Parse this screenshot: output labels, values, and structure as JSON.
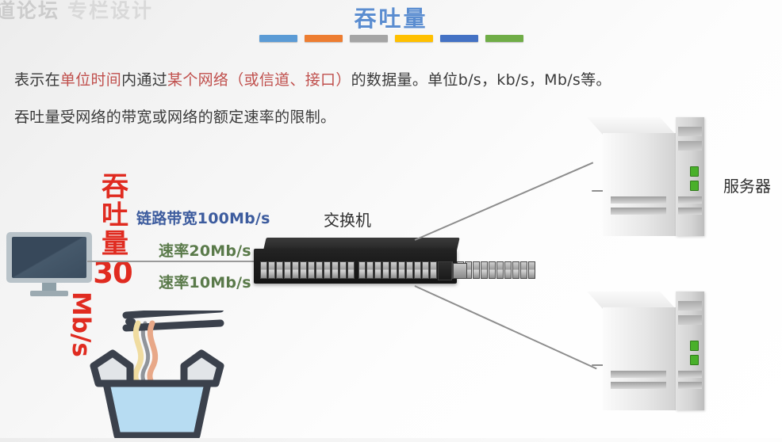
{
  "watermark": {
    "text1": "道论坛",
    "text2": "专栏设计"
  },
  "header": {
    "title": "吞吐量",
    "accent_bars": [
      {
        "name": "bar-blue",
        "color": "#5B9BD5"
      },
      {
        "name": "bar-orange",
        "color": "#ED7D31"
      },
      {
        "name": "bar-gray",
        "color": "#A5A5A5"
      },
      {
        "name": "bar-yellow",
        "color": "#FFC000"
      },
      {
        "name": "bar-dark-blue",
        "color": "#4472C4"
      },
      {
        "name": "bar-green",
        "color": "#70AD47"
      }
    ],
    "title_color": "#5B8DD0"
  },
  "body_text": {
    "line1": {
      "seg1": "表示在",
      "seg2_highlight": "单位时间",
      "seg3": "内通过",
      "seg4_highlight": "某个网络（或信道、接口）",
      "seg5": "的数据量。单位b/s，kb/s，Mb/s等。"
    },
    "line2": "吞吐量受网络的带宽或网络的额定速率的限制。",
    "highlight_color": "#C0504D",
    "text_color": "#3A3A3A"
  },
  "diagram": {
    "throughput_label": {
      "vertical_text": "吞吐量",
      "value": "30",
      "unit": "Mb/s",
      "color": "#E02B20"
    },
    "link_labels": [
      {
        "name": "bandwidth-label",
        "text": "链路带宽100Mb/s",
        "color": "#3D5C9E"
      },
      {
        "name": "rate-label-1",
        "text": "速率20Mb/s",
        "color": "#5A7A4A"
      },
      {
        "name": "rate-label-2",
        "text": "速率10Mb/s",
        "color": "#5A7A4A"
      }
    ],
    "switch_label": "交换机",
    "server_label": "服务器",
    "devices": {
      "monitor": "desktop-monitor-icon",
      "switch": "network-switch-icon",
      "server_top": "server-tower-icon",
      "server_bottom": "server-tower-icon",
      "bowl": "noodle-bowl-icon"
    }
  }
}
